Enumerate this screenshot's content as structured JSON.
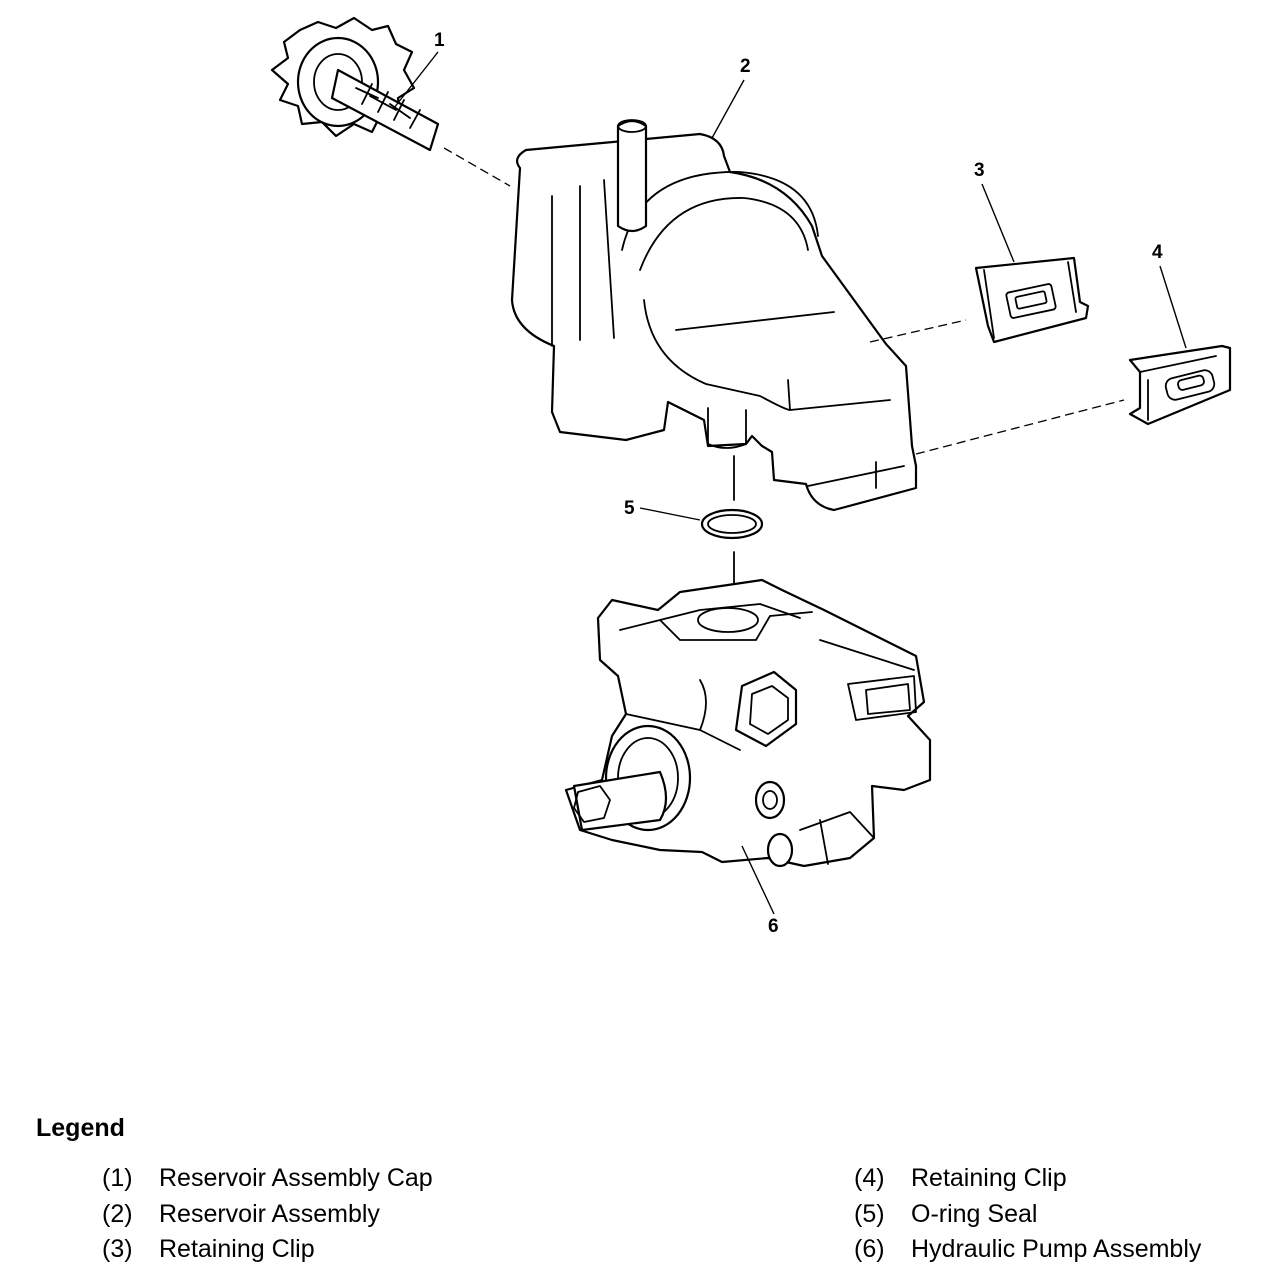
{
  "callouts": [
    "1",
    "2",
    "3",
    "4",
    "5",
    "6"
  ],
  "legend": {
    "title": "Legend",
    "items": [
      {
        "num": "(1)",
        "label": "Reservoir Assembly Cap"
      },
      {
        "num": "(2)",
        "label": "Reservoir Assembly"
      },
      {
        "num": "(3)",
        "label": "Retaining Clip"
      },
      {
        "num": "(4)",
        "label": "Retaining Clip"
      },
      {
        "num": "(5)",
        "label": "O-ring Seal"
      },
      {
        "num": "(6)",
        "label": "Hydraulic Pump Assembly"
      }
    ]
  }
}
